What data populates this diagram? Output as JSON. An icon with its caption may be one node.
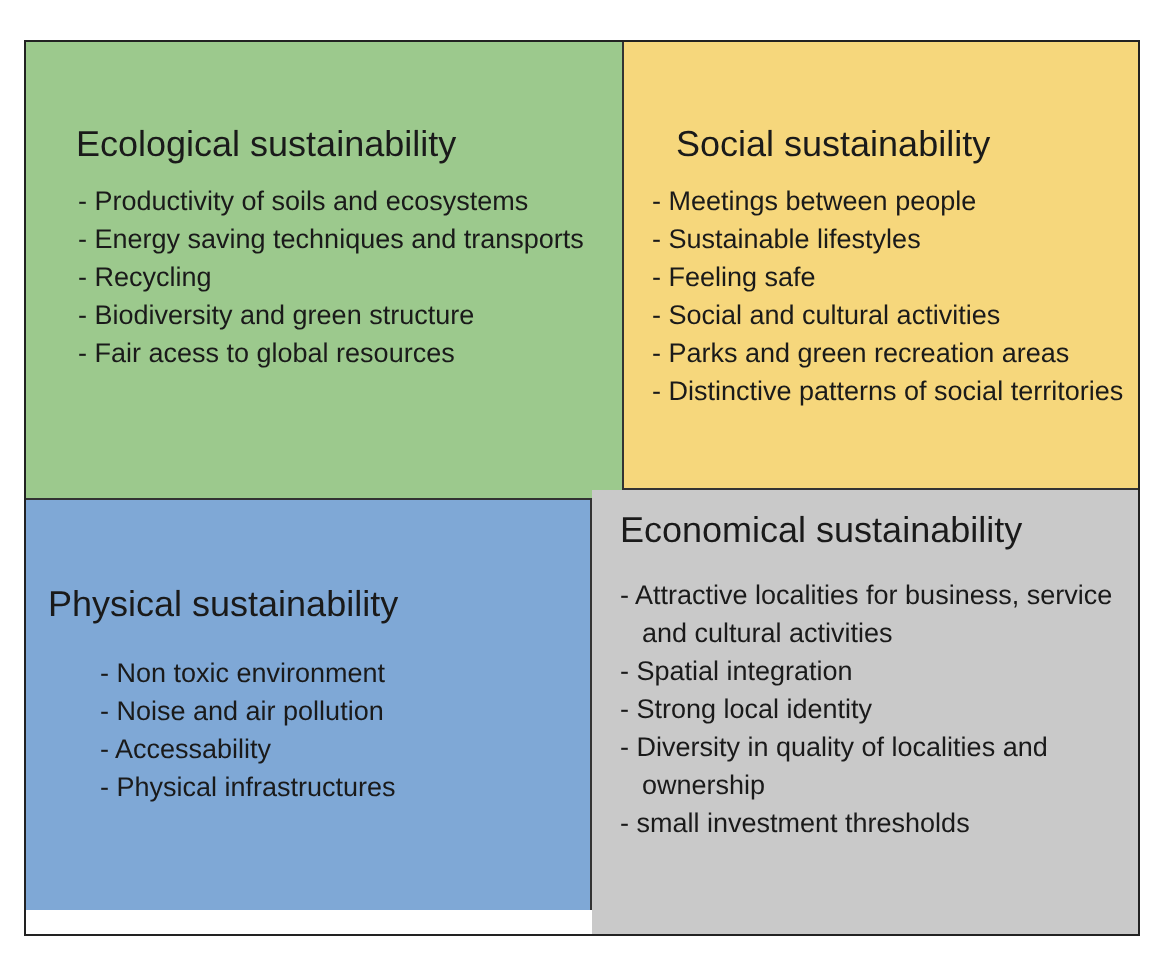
{
  "diagram": {
    "nodes": [
      {
        "text": [
          "Ecological sustainability",
          "- Productivity of soils and ecosystems",
          "- Energy saving techniques and transports",
          "- Recycling",
          "- Biodiversity and green structure",
          "- Fair acess to global resources"
        ]
      },
      {
        "text": [
          "Social sustainability",
          "- Meetings between people",
          "- Sustainable lifestyles",
          "- Feeling safe",
          "- Social and cultural activities",
          "- Parks and green recreation areas",
          "- Distinctive patterns of social territories"
        ]
      },
      {
        "text": [
          "Physical sustainability",
          "- Non toxic environment",
          "- Noise and air pollution",
          "- Accessability",
          "- Physical infrastructures"
        ]
      },
      {
        "text": [
          "Economical sustainability",
          "- Attractive localities for business, service and cultural activities",
          "- Spatial integration",
          "- Strong local identity",
          "- Diversity in quality of localities and ownership",
          "- small investment thresholds"
        ]
      }
    ]
  }
}
